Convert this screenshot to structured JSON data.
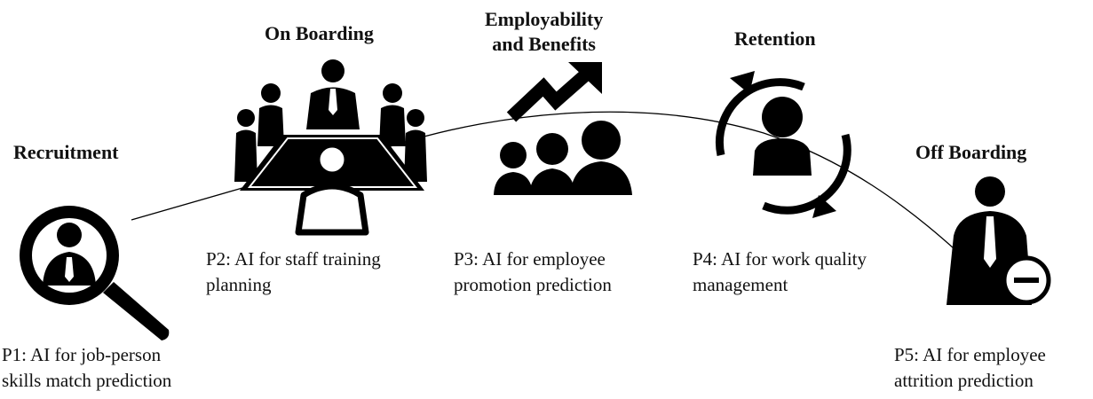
{
  "stages": [
    {
      "title": "Recruitment",
      "description": "P1: AI for job-person\nskills match prediction",
      "icon": "magnifier-person-icon"
    },
    {
      "title": "On Boarding",
      "description": "P2: AI for staff training\nplanning",
      "icon": "meeting-table-icon"
    },
    {
      "title": "Employability\nand Benefits",
      "description": "P3: AI for employee\npromotion prediction",
      "icon": "group-growth-arrow-icon"
    },
    {
      "title": "Retention",
      "description": "P4: AI for work quality\nmanagement",
      "icon": "circular-arrows-person-icon"
    },
    {
      "title": "Off Boarding",
      "description": "P5: AI for employee\nattrition prediction",
      "icon": "person-minus-icon"
    }
  ],
  "colors": {
    "ink": "#000000",
    "text": "#111111",
    "background": "#ffffff"
  }
}
